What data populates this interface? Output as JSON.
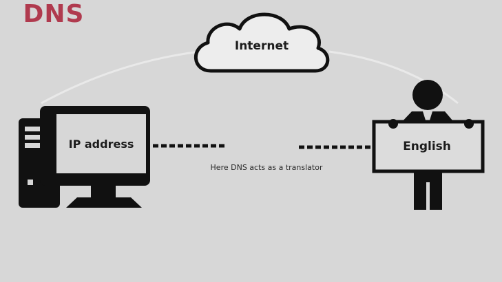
{
  "diagram": {
    "cloud_label": "Internet",
    "computer_label": "IP address",
    "center_label": "DNS",
    "caption": "Here DNS acts as a translator",
    "sign_label": "English"
  },
  "colors": {
    "background": "#d7d7d7",
    "ink": "#111111",
    "accent": "#b03a4e"
  },
  "icons": [
    "cloud-icon",
    "desktop-computer-icon",
    "person-holding-sign-icon"
  ]
}
